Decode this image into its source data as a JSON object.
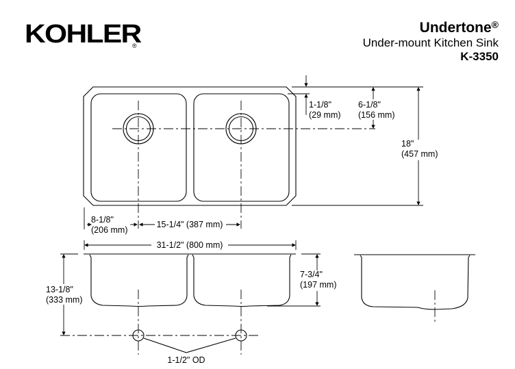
{
  "brand": {
    "logo_text": "KOHLER",
    "registered_mark": "®"
  },
  "product": {
    "name": "Undertone",
    "name_mark": "®",
    "description": "Under-mount Kitchen Sink",
    "model": "K-3350"
  },
  "dimensions": {
    "top_view": {
      "rim_to_bowl": {
        "imperial": "1-1/8\"",
        "metric": "(29 mm)"
      },
      "rim_to_drain_center": {
        "imperial": "6-1/8\"",
        "metric": "(156 mm)"
      },
      "overall_depth": {
        "imperial": "18\"",
        "metric": "(457 mm)"
      },
      "edge_to_first_drain": {
        "imperial": "8-1/8\"",
        "metric": "(206 mm)"
      },
      "drain_to_drain": {
        "label": "15-1/4\" (387 mm)"
      }
    },
    "front_view": {
      "overall_width": {
        "label": "31-1/2\" (800 mm)"
      },
      "overall_height": {
        "imperial": "13-1/8\"",
        "metric": "(333 mm)"
      },
      "bowl_depth": {
        "imperial": "7-3/4\"",
        "metric": "(197 mm)"
      },
      "drain_outlet": {
        "label": "1-1/2\" OD"
      }
    }
  }
}
